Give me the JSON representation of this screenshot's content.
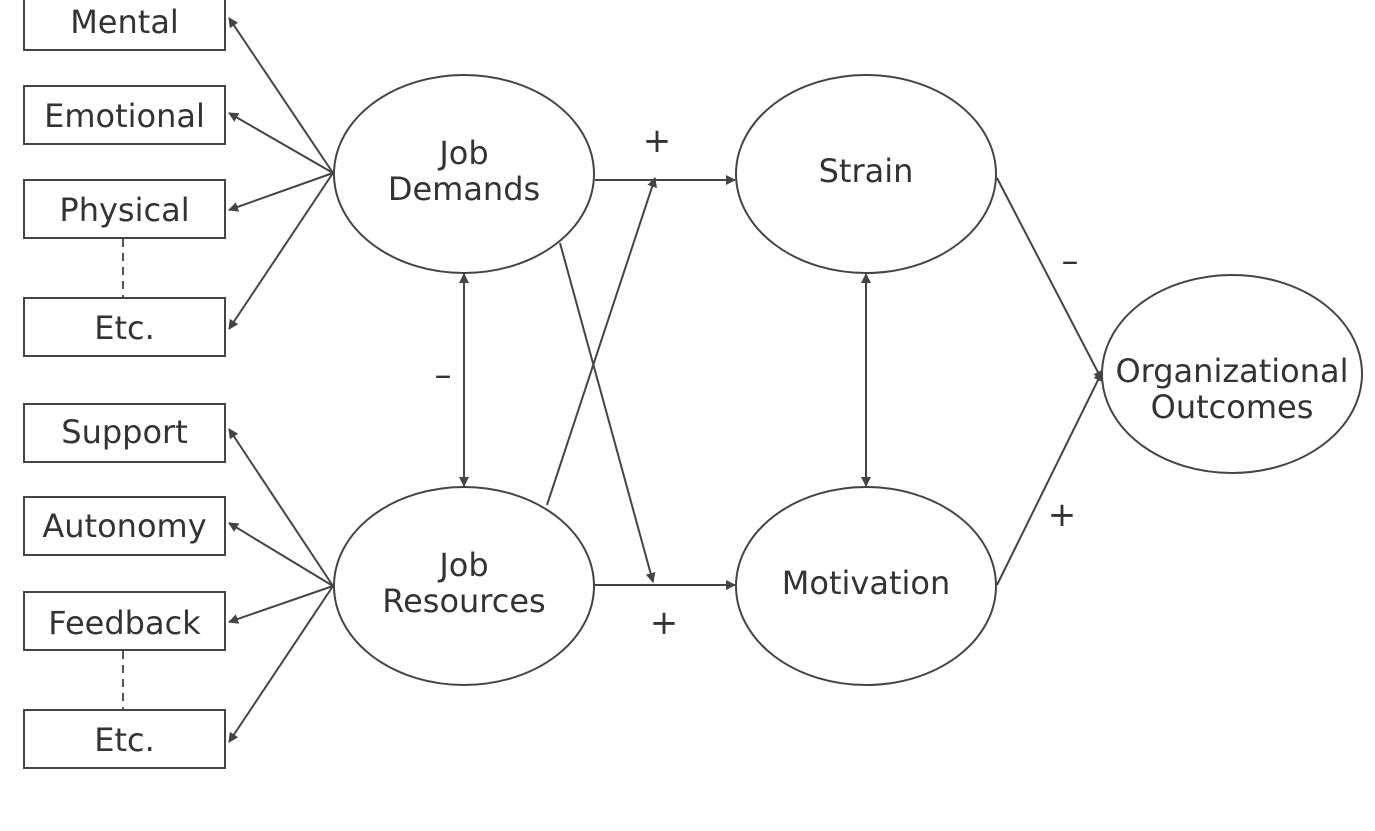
{
  "demand_boxes": [
    "Mental",
    "Emotional",
    "Physical",
    "Etc."
  ],
  "resource_boxes": [
    "Support",
    "Autonomy",
    "Feedback",
    "Etc."
  ],
  "nodes": {
    "job_demands": [
      "Job",
      "Demands"
    ],
    "job_resources": [
      "Job",
      "Resources"
    ],
    "strain": [
      "Strain"
    ],
    "motivation": [
      "Motivation"
    ],
    "organizational_outcomes": [
      "Organizational",
      "Outcomes"
    ]
  },
  "signs": {
    "demands_to_strain": "+",
    "demands_resources": "–",
    "resources_to_motivation": "+",
    "strain_to_outcomes": "–",
    "motivation_to_outcomes": "+"
  },
  "colors": {
    "stroke": "#444444",
    "text": "#333333",
    "background": "#ffffff"
  }
}
